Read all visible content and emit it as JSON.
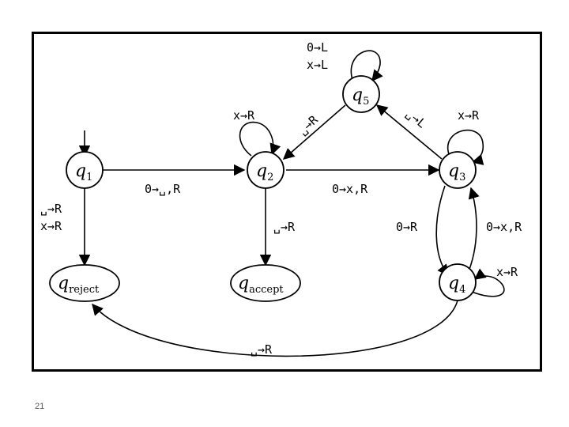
{
  "diagram": {
    "states": {
      "q1": {
        "name": "q",
        "sub": "1"
      },
      "q2": {
        "name": "q",
        "sub": "2"
      },
      "q3": {
        "name": "q",
        "sub": "3"
      },
      "q4": {
        "name": "q",
        "sub": "4"
      },
      "q5": {
        "name": "q",
        "sub": "5"
      },
      "reject": {
        "name": "q",
        "sub": "reject"
      },
      "accept": {
        "name": "q",
        "sub": "accept"
      }
    },
    "transitions": {
      "q1_q2": "0→␣,R",
      "q2_q3": "0→x,R",
      "q1_reject_a": "␣→R",
      "q1_reject_b": "x→R",
      "q2_accept": "␣→R",
      "q2_self": "x→R",
      "q5_q2": "␣→R",
      "q3_q5": "␣→L",
      "q5_self_a": "0→L",
      "q5_self_b": "x→L",
      "q3_self": "x→R",
      "q3_q4": "0→R",
      "q4_q3": "0→x,R",
      "q4_self": "x→R",
      "q4_reject": "␣→R"
    }
  },
  "footer": {
    "page_number": "21"
  }
}
